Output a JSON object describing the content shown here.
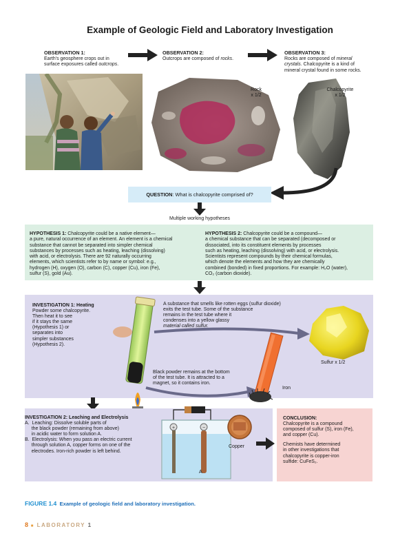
{
  "title": "Example of Geologic Field and Laboratory Investigation",
  "observations": [
    {
      "label": "OBSERVATION 1:",
      "line1": "Earth's geosphere crops out in",
      "line2": "surface exposures called ",
      "em": "outcrops",
      "tail": "."
    },
    {
      "label": "OBSERVATION 2:",
      "line1": "Outcrops are composed of ",
      "em": "rocks",
      "tail": "."
    },
    {
      "label": "OBSERVATION 3:",
      "line1a": "Rocks are composed of ",
      "em1": "mineral",
      "line2a": "crystals",
      "line2b": ". Chalcopyrite is a kind of",
      "line3": "mineral crystal found in some rocks."
    }
  ],
  "rock_label": {
    "name": "Rock",
    "scale": "x 1/2"
  },
  "chalco_label": {
    "name": "Chalcopyrite",
    "scale": "x 1/2"
  },
  "question": {
    "label": "QUESTION",
    "text": ": What is chalcopyrite comprised of?"
  },
  "multiple": "Multiple working hypotheses",
  "hypothesis1": {
    "label": "HYPOTHESIS 1:",
    "lines": [
      " Chalcopyrite could be a native element—",
      "a pure, natural occurrence of an element. An element is a chemical",
      "substance that cannot be separated into simpler chemical",
      "substances by processes such as heating, leaching (dissolving)",
      "with acid, or electrolysis. There are 92 naturally occurring",
      "elements, which scientists refer to by name or symbol: e.g.,",
      "hydrogen (H), oxygen (O), carbon (C), copper (Cu), iron (Fe),",
      "sulfur (S), gold (Au)."
    ]
  },
  "hypothesis2": {
    "label": "HYPOTHESIS 2:",
    "lines": [
      " Chalcopyrite could be a compound—",
      "a chemical substance that can be separated (decomposed or",
      "dissociated, into its constituent elements by processes",
      "such as heating, leaching (dissolving) with acid, or electrolysis.",
      "Scientists represent compounds by their chemical formulas,",
      "which denote the elements and how they are chemically",
      "combined (bonded) in fixed proportions. For example: H₂O (water),",
      "CO₂ (carbon dioxide)."
    ]
  },
  "investigation1": {
    "label": "INVESTIGATION 1: Heating",
    "lines": [
      "Powder some chalcopyrite.",
      "Then heat it to see",
      "if it stays the same",
      "(Hypothesis 1) or",
      "separates into",
      "simpler substances",
      "(Hypothesis 2)."
    ]
  },
  "sulfur_note": [
    "A substance that smells like rotten eggs (sulfur dioxide)",
    "exits the test tube. Some of the substance",
    "remains in the test tube where it",
    "condenses into a yellow glassy",
    "material called sulfur."
  ],
  "black_note": [
    "Black powder remains at the bottom",
    "of the test tube. It is attracted to a",
    "magnet, so it contains iron."
  ],
  "sulfur_label": "Sulfur x 1/2",
  "iron_label": "Iron",
  "investigation2": {
    "label": "INVESTIGATION 2: Leaching and Electrolysis",
    "lines": [
      "A.  Leaching: Dissolve soluble parts of",
      "     the black powder (remaining from above)",
      "     in acidic water to form solution A.",
      "B.  Electrolysis: When you pass an electric current",
      "     through solution A, copper forms on one of the",
      "     electrodes. Iron-rich powder is left behind."
    ]
  },
  "copper_label": "Copper",
  "solution_label": "A",
  "conclusion": {
    "label": "CONCLUSION:",
    "lines1": [
      "Chalcopyrite is a compound",
      "composed of sulfur (S), iron (Fe),",
      "and copper (Cu)."
    ],
    "lines2": [
      "Chemists have determined",
      "in other investigations that",
      "chalcopyrite is copper-iron",
      "sulfide: CuFeS₂."
    ]
  },
  "caption": {
    "fig": "FIGURE 1.4",
    "text": "Example of geologic field and laboratory investigation."
  },
  "footer": {
    "page": "8",
    "sep": "■",
    "section": "LABORATORY",
    "chapter": "1"
  },
  "colors": {
    "hyp_bg": "#dcefe3",
    "inv_bg": "#dcd9ee",
    "concl_bg": "#f7d4d2",
    "question_bg": "#d6ecf8"
  }
}
